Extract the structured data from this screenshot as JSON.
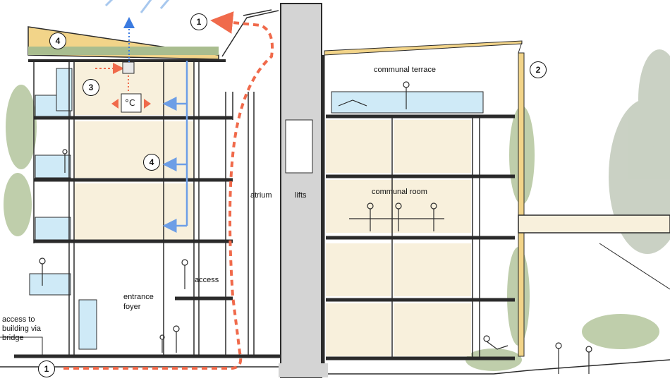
{
  "labels": {
    "communal_terrace": "communal terrace",
    "communal_room": "communal room",
    "atrium": "atrium",
    "lifts": "lifts",
    "access": "access",
    "entrance_foyer_1": "entrance",
    "entrance_foyer_2": "foyer",
    "access_bridge_1": "access to",
    "access_bridge_2": "building via",
    "access_bridge_3": "bridge",
    "thermostat": "°C"
  },
  "markers": {
    "m1_top": "1",
    "m1_bottom": "1",
    "m2": "2",
    "m3": "3",
    "m4_roof": "4",
    "m4_wall": "4"
  },
  "colors": {
    "structure": "#2b2b2b",
    "room_fill": "#f8f0dc",
    "glass": "#cfeaf7",
    "greenery": "#a9bd8f",
    "timber": "#f2d489",
    "airflow_warm": "#f06a4b",
    "airflow_cool": "#6d9ee6",
    "exhaust": "#3b7be0",
    "lift_core": "#d4d4d4"
  }
}
